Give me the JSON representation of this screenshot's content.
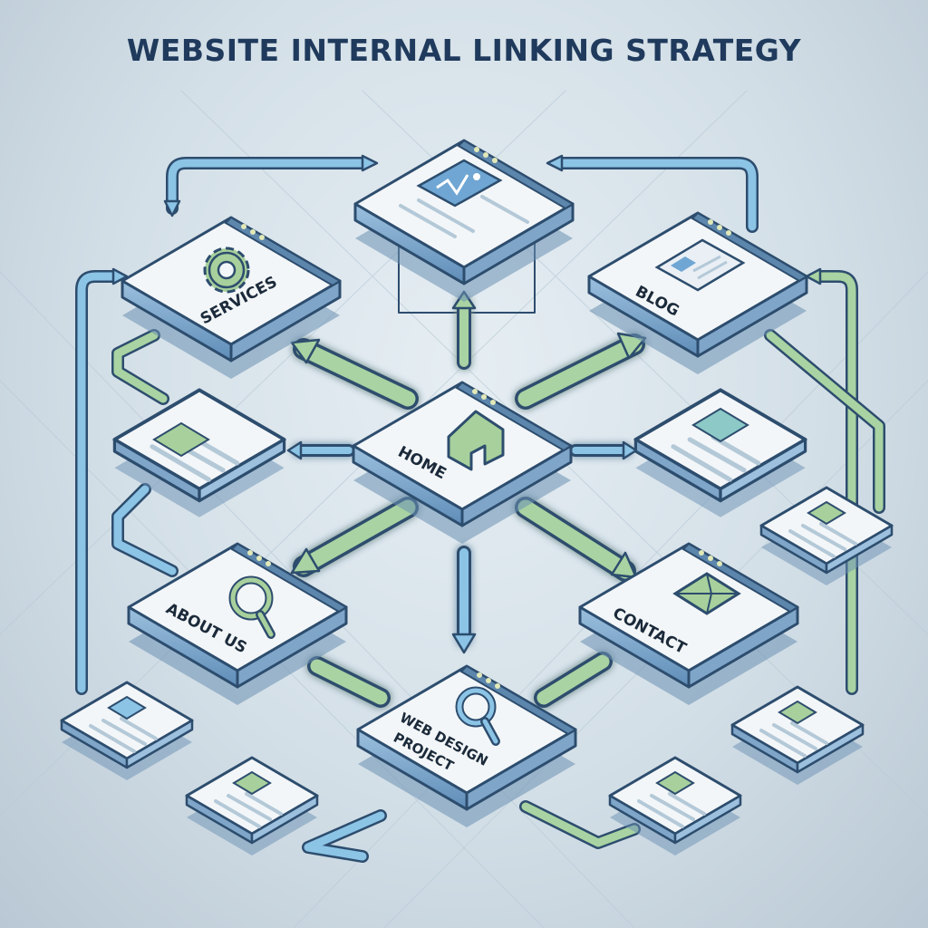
{
  "title": "WEBSITE INTERNAL LINKING STRATEGY",
  "colors": {
    "background": "#d3dfe7",
    "title": "#1f3a5c",
    "card_face": "#f3f6f8",
    "card_edge": "#7fa6c9",
    "card_outline": "#2d4d6e",
    "arrow_blue": "#8cc4e6",
    "arrow_green": "#a9d3a2",
    "icon_green": "#a8d09c",
    "icon_blue": "#6fa6d3"
  },
  "nodes": {
    "home": {
      "label": "HOME",
      "icon": "house-icon"
    },
    "services": {
      "label": "SERVICES",
      "icon": "gear-icon"
    },
    "blog": {
      "label": "BLOG",
      "icon": "article-icon"
    },
    "about": {
      "label": "ABOUT US",
      "icon": "magnifier-icon"
    },
    "contact": {
      "label": "CONTACT",
      "icon": "envelope-icon"
    },
    "project": {
      "label_line1": "WEB DESIGN",
      "label_line2": "PROJECT",
      "icon": "magnifier-icon"
    },
    "top_page": {
      "icon": "image-icon"
    },
    "sub_pages": [
      "left-article-page",
      "right-article-page",
      "right-sub-page-1",
      "right-sub-page-2",
      "bottom-left-page-1",
      "bottom-left-page-2",
      "bottom-right-page"
    ]
  }
}
